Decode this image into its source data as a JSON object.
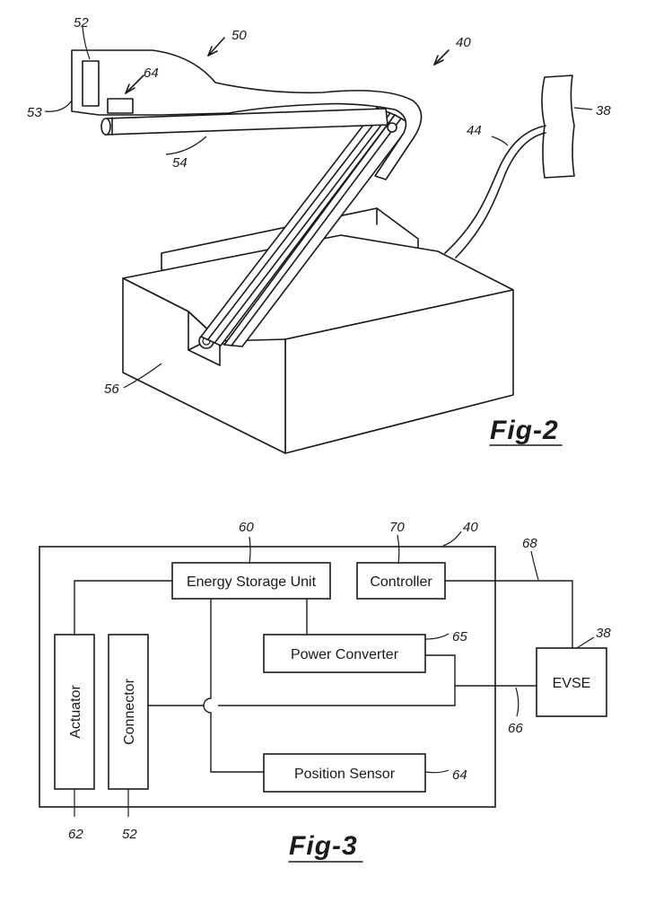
{
  "fig2": {
    "caption": "Fig-2",
    "refs": {
      "r52": "52",
      "r50": "50",
      "r64": "64",
      "r40": "40",
      "r53": "53",
      "r38": "38",
      "r44": "44",
      "r54": "54",
      "r56": "56"
    }
  },
  "fig3": {
    "caption": "Fig-3",
    "blocks": {
      "energy_storage": "Energy Storage Unit",
      "controller": "Controller",
      "power_converter": "Power Converter",
      "evse": "EVSE",
      "actuator": "Actuator",
      "connector": "Connector",
      "position_sensor": "Position Sensor"
    },
    "refs": {
      "r60": "60",
      "r70": "70",
      "r40": "40",
      "r68": "68",
      "r38": "38",
      "r65": "65",
      "r66": "66",
      "r64": "64",
      "r62": "62",
      "r52": "52"
    }
  }
}
